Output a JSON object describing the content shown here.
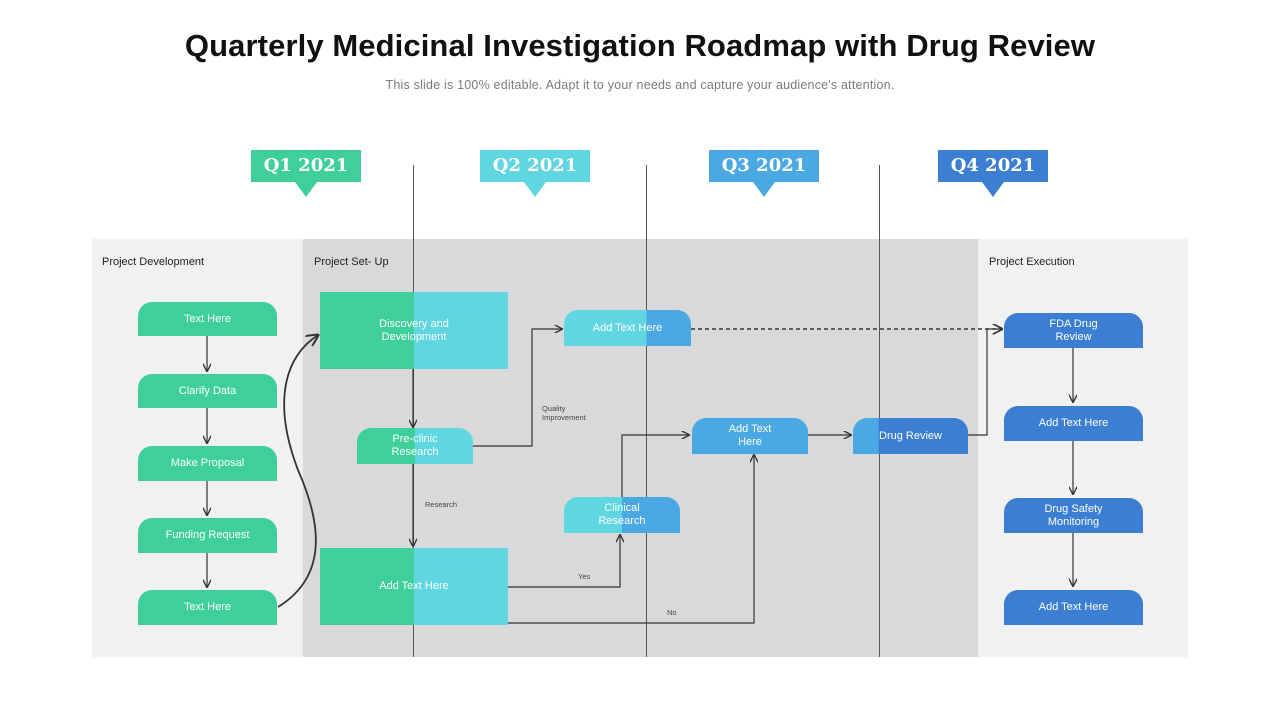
{
  "header": {
    "title": "Quarterly Medicinal Investigation Roadmap with Drug Review",
    "subtitle": "This slide is 100% editable. Adapt it to your needs and capture your audience's attention."
  },
  "quarters": [
    "Q1 2021",
    "Q2 2021",
    "Q3 2021",
    "Q4 2021"
  ],
  "colors": {
    "green": "#3ecf9b",
    "cyan": "#5fd6e0",
    "sky": "#4aa9e2",
    "blue": "#3c7fd2"
  },
  "phases": {
    "development": "Project Development",
    "setup": "Project Set- Up",
    "execution": "Project Execution"
  },
  "development_steps": [
    "Text Here",
    "Clarify Data",
    "Make Proposal",
    "Funding Request",
    "Text Here"
  ],
  "setup_nodes": {
    "discovery": "Discovery and Development",
    "preclinic": "Pre-clinic Research",
    "add_text_bottom": "Add Text Here",
    "add_text_top": "Add Text Here",
    "clinical": "Clinical Research",
    "add_text_mid": "Add Text Here",
    "drug_review": "Drug Review"
  },
  "edge_labels": {
    "quality": "Quality Improvement",
    "research": "Research",
    "yes": "Yes",
    "no": "No"
  },
  "execution_steps": [
    "FDA Drug Review",
    "Add Text Here",
    "Drug Safety Monitoring",
    "Add Text Here"
  ]
}
